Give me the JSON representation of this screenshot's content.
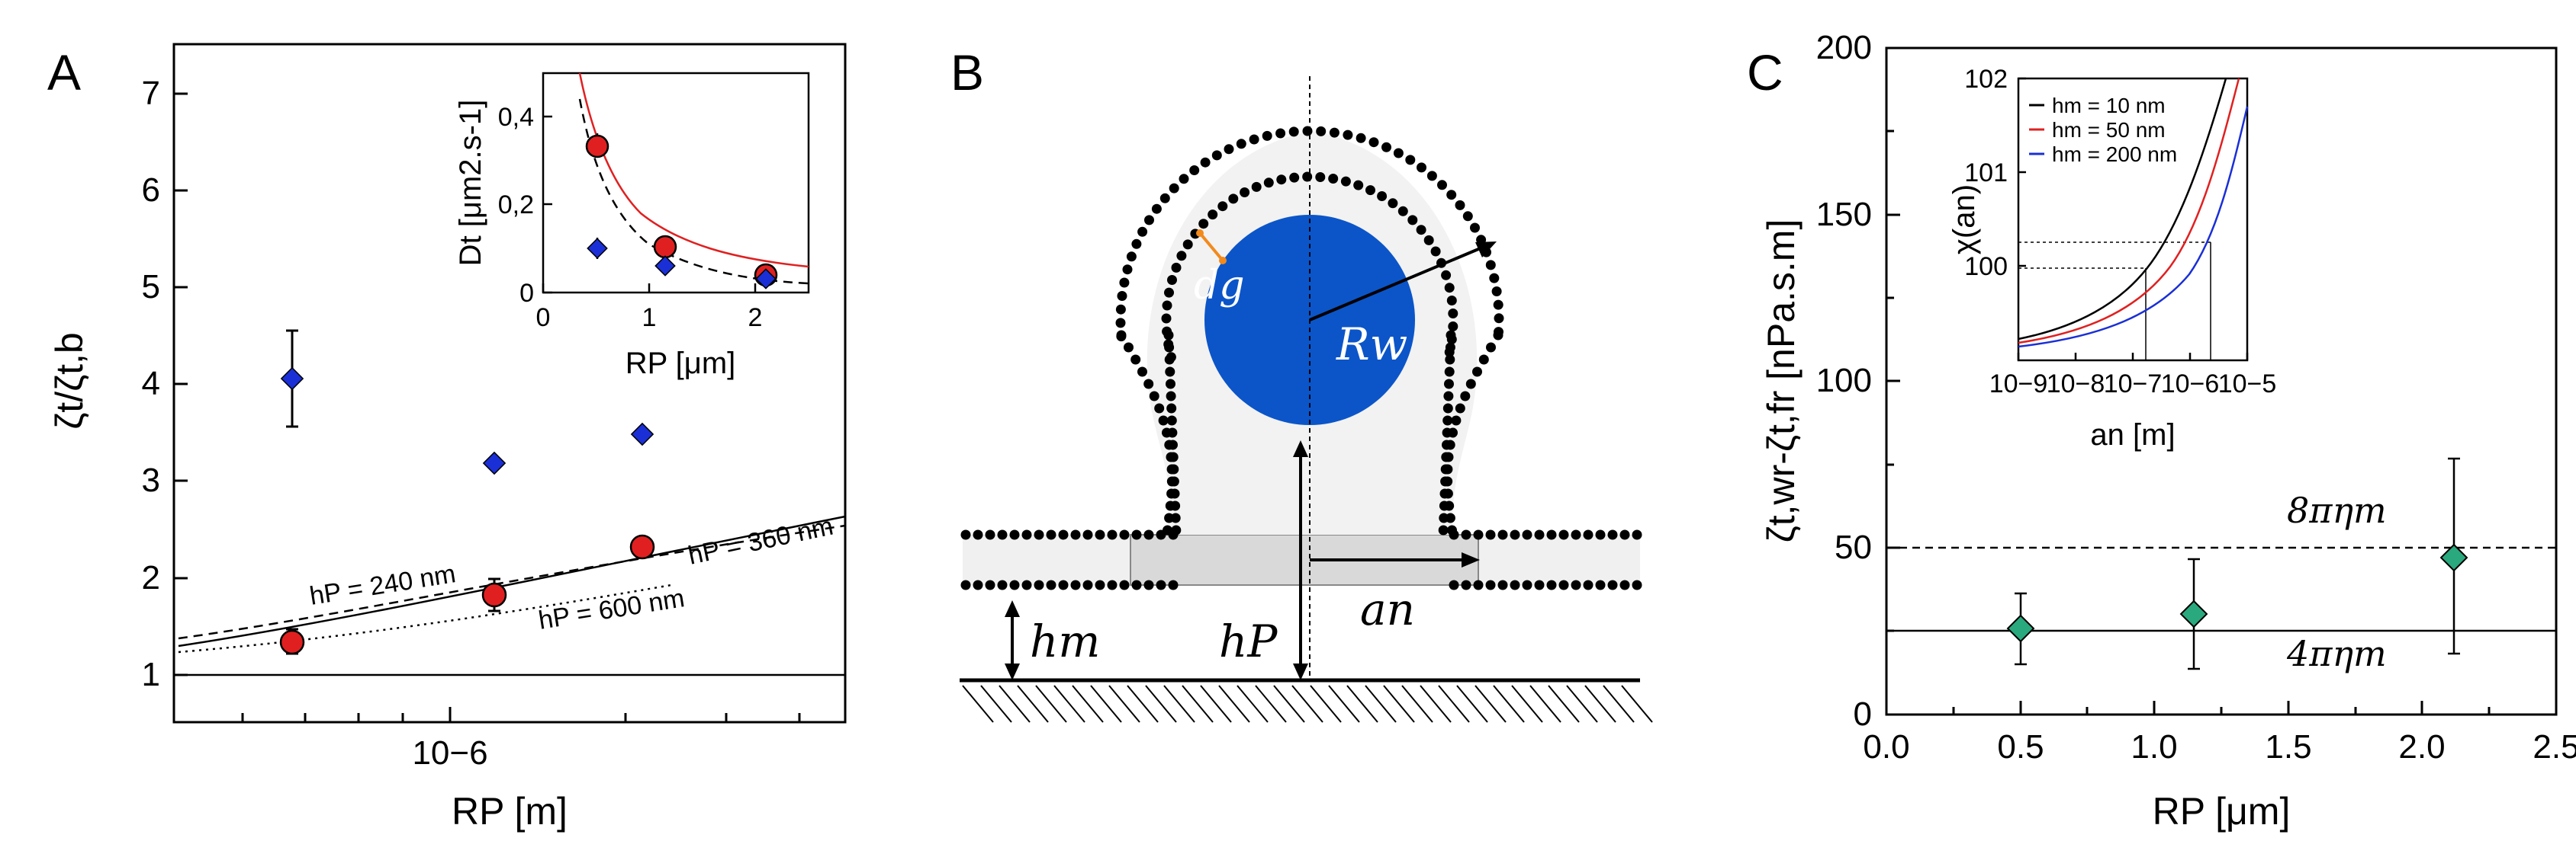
{
  "panels": {
    "A": {
      "label": "A",
      "ylabel": "ζt/ζt,b",
      "xlabel": "RP [m]",
      "xtick": "10−6",
      "yticks": [
        "1",
        "2",
        "3",
        "4",
        "5",
        "6",
        "7"
      ],
      "curve_labels": [
        "hP = 240 nm",
        "hP = 360 nm",
        "hP = 600 nm"
      ],
      "inset": {
        "ylabel": "Dt [μm2.s-1]",
        "xlabel": "RP [μm]",
        "yticks": [
          "0",
          "0,2",
          "0,4"
        ],
        "xticks": [
          "0",
          "1",
          "2"
        ]
      }
    },
    "B": {
      "label": "B",
      "labels": {
        "dg": "dg",
        "Rw": "Rw",
        "hm": "hm",
        "hP": "hP",
        "an": "an"
      }
    },
    "C": {
      "label": "C",
      "ylabel": "ζt,wr-ζt,fr [nPa.s.m]",
      "xlabel": "RP [μm]",
      "xticks": [
        "0.0",
        "0.5",
        "1.0",
        "1.5",
        "2.0",
        "2.5"
      ],
      "yticks": [
        "0",
        "50",
        "100",
        "150",
        "200"
      ],
      "line_labels": [
        "8πηm",
        "4πηm"
      ],
      "inset": {
        "ylabel": "χ(an)",
        "xlabel": "an [m]",
        "xticks": [
          "10−9",
          "10−8",
          "10−7",
          "10−6",
          "10−5"
        ],
        "yticks": [
          "100",
          "101",
          "102"
        ],
        "legend": [
          "hm = 10 nm",
          "hm = 50 nm",
          "hm = 200 nm"
        ]
      }
    }
  },
  "colors": {
    "red": "#e02020",
    "blue": "#1a2fd6",
    "green": "#2aa87e",
    "wall": "#0b55c9"
  },
  "chart_data": [
    {
      "panel": "A",
      "type": "scatter",
      "xscale": "log",
      "xlabel": "RP [m]",
      "ylabel": "ζt/ζt,b",
      "ylim": [
        0.5,
        7.5
      ],
      "series": [
        {
          "marker": "circle",
          "color": "#e02020",
          "points": [
            [
              5e-07,
              1.32,
              0.12
            ],
            [
              1.15e-06,
              1.82,
              0.17
            ],
            [
              2.1e-06,
              2.32,
              0.06
            ]
          ]
        },
        {
          "marker": "diamond",
          "color": "#1a2fd6",
          "points": [
            [
              5e-07,
              4.05,
              0.5
            ],
            [
              1.15e-06,
              3.18,
              0.03
            ],
            [
              2.1e-06,
              3.48,
              0.03
            ]
          ]
        }
      ],
      "curves": [
        {
          "name": "hP = 240 nm",
          "style": "solid"
        },
        {
          "name": "hP = 360 nm",
          "style": "dashed"
        },
        {
          "name": "hP = 600 nm",
          "style": "dotted"
        }
      ],
      "hline": 1
    },
    {
      "panel": "A-inset",
      "type": "scatter",
      "xlabel": "RP [μm]",
      "ylabel": "Dt [μm2.s-1]",
      "xlim": [
        0,
        2.5
      ],
      "ylim": [
        0,
        0.5
      ],
      "series": [
        {
          "marker": "circle",
          "color": "#e02020",
          "points": [
            [
              0.5,
              0.33,
              0.03
            ],
            [
              1.15,
              0.105,
              0.02
            ],
            [
              2.1,
              0.04,
              0.01
            ]
          ]
        },
        {
          "marker": "diamond",
          "color": "#1a2fd6",
          "points": [
            [
              0.5,
              0.11,
              0.02
            ],
            [
              1.15,
              0.06,
              0.01
            ],
            [
              2.1,
              0.025,
              0.01
            ]
          ]
        }
      ]
    },
    {
      "panel": "C",
      "type": "scatter",
      "xlabel": "RP [μm]",
      "ylabel": "ζt,wr-ζt,fr [nPa.s.m]",
      "xlim": [
        0,
        2.5
      ],
      "ylim": [
        0,
        200
      ],
      "series": [
        {
          "marker": "diamond",
          "color": "#2aa87e",
          "points": [
            [
              0.5,
              25,
              11
            ],
            [
              1.15,
              29.5,
              17
            ],
            [
              2.12,
              47,
              29
            ]
          ]
        }
      ],
      "hlines": [
        {
          "y": 50,
          "style": "dashed",
          "label": "8πηm"
        },
        {
          "y": 25,
          "style": "solid",
          "label": "4πηm"
        }
      ]
    },
    {
      "panel": "C-inset",
      "type": "line",
      "xscale": "log",
      "yscale": "log",
      "xlabel": "an [m]",
      "ylabel": "χ(an)",
      "xlim": [
        1e-09,
        1e-05
      ],
      "ylim": [
        0.1,
        100
      ],
      "series": [
        {
          "name": "hm = 10 nm",
          "color": "#000000"
        },
        {
          "name": "hm = 50 nm",
          "color": "#e02020"
        },
        {
          "name": "hm = 200 nm",
          "color": "#1a2fd6"
        }
      ]
    }
  ]
}
